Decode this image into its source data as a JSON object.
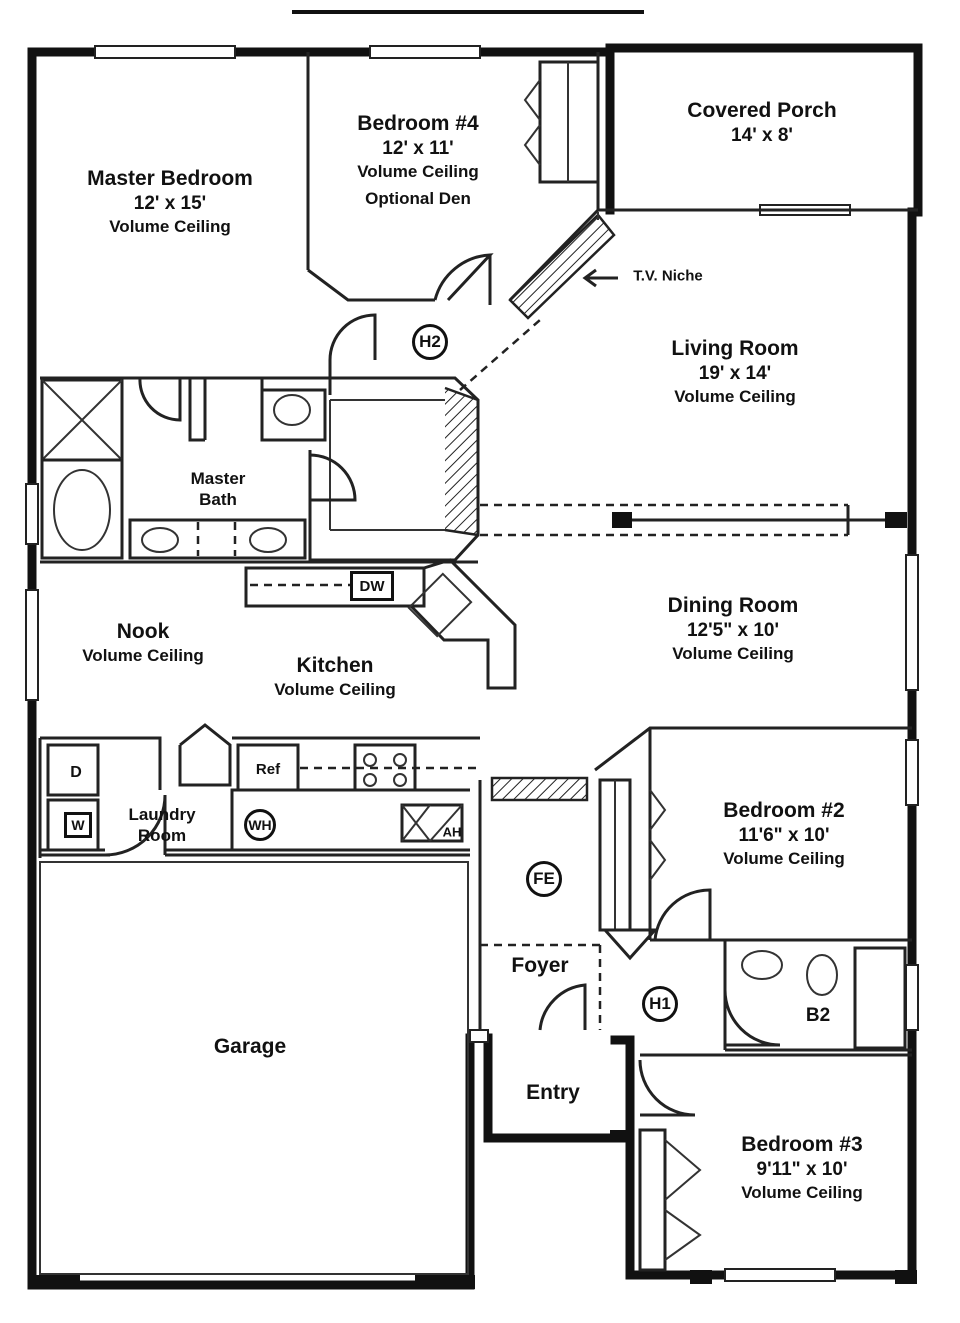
{
  "title": "",
  "rooms": {
    "master_bedroom": {
      "name": "Master Bedroom",
      "size": "12' x 15'",
      "ceiling": "Volume Ceiling"
    },
    "bedroom4": {
      "name": "Bedroom #4",
      "size": "12' x 11'",
      "ceiling": "Volume Ceiling",
      "alt": "Optional Den"
    },
    "covered_porch": {
      "name": "Covered Porch",
      "size": "14' x 8'"
    },
    "living_room": {
      "name": "Living Room",
      "size": "19' x 14'",
      "ceiling": "Volume Ceiling"
    },
    "master_bath": {
      "name": "Master",
      "name2": "Bath"
    },
    "dining_room": {
      "name": "Dining Room",
      "size": "12'5\" x 10'",
      "ceiling": "Volume Ceiling"
    },
    "nook": {
      "name": "Nook",
      "ceiling": "Volume Ceiling"
    },
    "kitchen": {
      "name": "Kitchen",
      "ceiling": "Volume Ceiling"
    },
    "laundry": {
      "name": "Laundry",
      "name2": "Room"
    },
    "bedroom2": {
      "name": "Bedroom #2",
      "size": "11'6\" x 10'",
      "ceiling": "Volume Ceiling"
    },
    "foyer": {
      "name": "Foyer"
    },
    "garage": {
      "name": "Garage"
    },
    "entry": {
      "name": "Entry"
    },
    "bedroom3": {
      "name": "Bedroom #3",
      "size": "9'11\" x 10'",
      "ceiling": "Volume Ceiling"
    },
    "b2": {
      "name": "B2"
    }
  },
  "fixtures": {
    "tv_niche": "T.V. Niche",
    "dw": "DW",
    "ref": "Ref",
    "dryer": "D",
    "washer": "W",
    "water_heater": "WH",
    "air_handler": "AH",
    "fe": "FE",
    "h1": "H1",
    "h2": "H2"
  },
  "colors": {
    "ink": "#111111",
    "paper": "#ffffff"
  }
}
